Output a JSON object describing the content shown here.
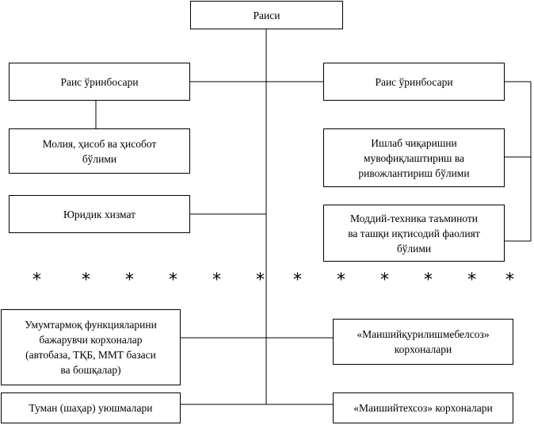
{
  "nodes": {
    "chairman": "Раиси",
    "deputy_left": "Раис ўринбосари",
    "deputy_right": "Раис ўринбосари",
    "finance_dept": "Молия, ҳисоб ва ҳисобот\nбўлими",
    "production_dept": "Ишлаб чиқаришни\nмувофиқлаштириш ва\nривожлантириш бўлими",
    "legal_service": "Юридик хизмат",
    "logistics_dept": "Моддий-техника таъминоти\nва ташқи иқтисодий фаолият\nбўлими",
    "general_enterprises": "Умумтармоқ функцияларини\nбажарувчи корхоналар\n(автобаза, ТҚБ, ММТ базаси\nва бошқалар)",
    "furniture_enterprises": "«Маишийқурилишмебелсоз»\nкорхоналари",
    "district_associations": "Туман (шаҳар) уюшмалари",
    "service_enterprises": "«Маишийтехсоз» корхоналари"
  },
  "separator": {
    "symbol": "*",
    "count": 12
  }
}
